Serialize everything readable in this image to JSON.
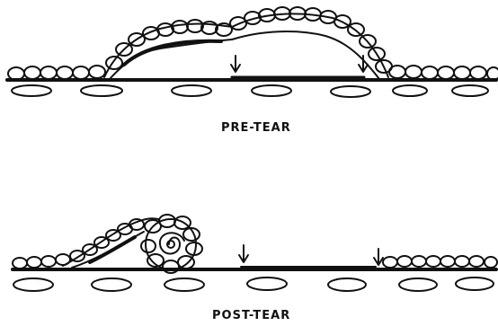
{
  "panels": [
    {
      "id": "pre",
      "label": "PRE-TEAR",
      "arrow_count": 2
    },
    {
      "id": "post",
      "label": "POST-TEAR",
      "arrow_count": 2
    }
  ],
  "colors": {
    "ink": "#111111",
    "paper": "#ffffff"
  }
}
